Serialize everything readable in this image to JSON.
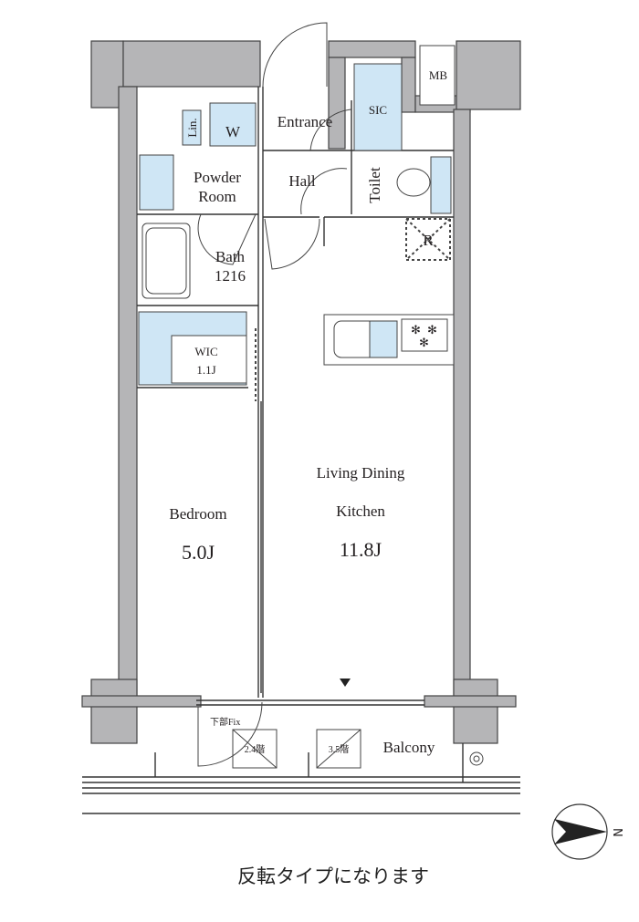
{
  "rooms": {
    "entrance": "Entrance",
    "sic": "SIC",
    "mb": "MB",
    "linen": "Lin.",
    "washer": "W",
    "powder_room_line1": "Powder",
    "powder_room_line2": "Room",
    "hall": "Hall",
    "toilet": "Toilet",
    "refrigerator": "R",
    "bath_line1": "Bath",
    "bath_line2": "1216",
    "wic_line1": "WIC",
    "wic_line2": "1.1J",
    "ldk_line1": "Living Dining",
    "ldk_line2": "Kitchen",
    "ldk_size": "11.8J",
    "bedroom": "Bedroom",
    "bedroom_size": "5.0J",
    "fix_note": "下部Fix",
    "hatch_left": "2.4階",
    "hatch_right": "3.5階",
    "balcony": "Balcony"
  },
  "compass": {
    "label": "N"
  },
  "caption": "反転タイプになります",
  "colors": {
    "wall": "#b5b5b7",
    "storage": "#cfe6f5"
  }
}
